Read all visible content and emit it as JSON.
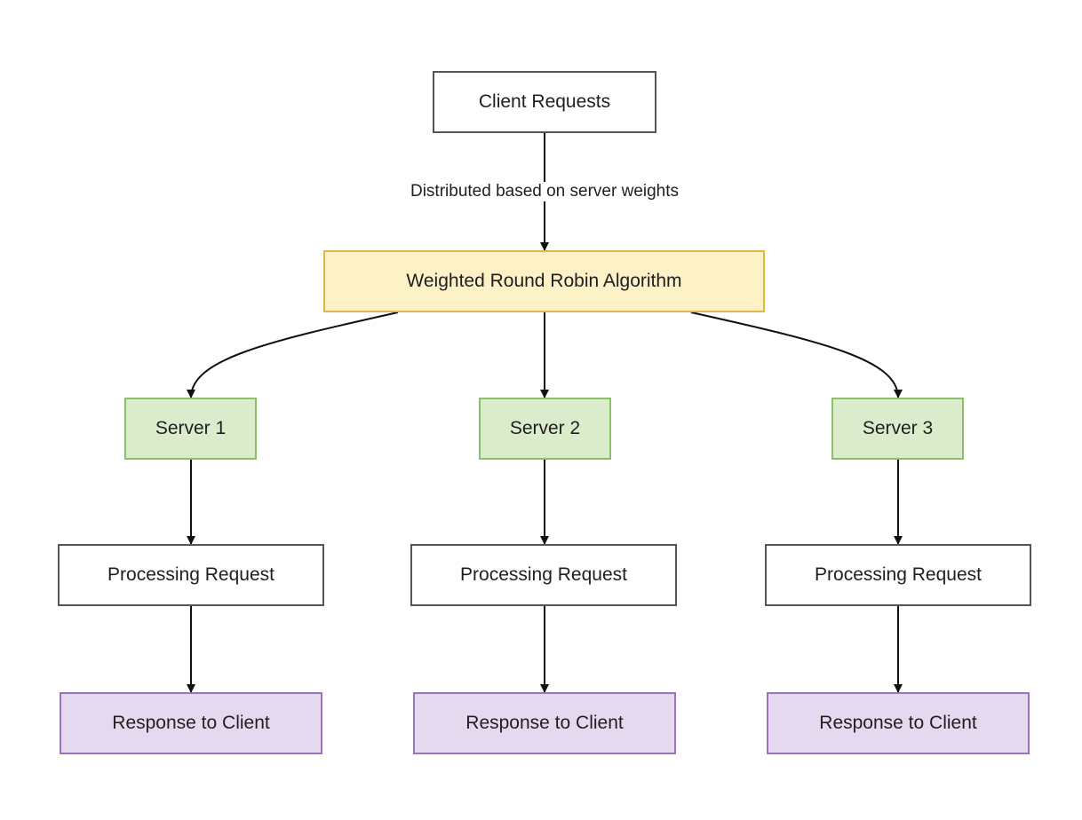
{
  "diagram": {
    "nodes": {
      "client_requests": "Client Requests",
      "algorithm": "Weighted Round Robin Algorithm",
      "servers": [
        "Server 1",
        "Server 2",
        "Server 3"
      ],
      "processing": [
        "Processing Request",
        "Processing Request",
        "Processing Request"
      ],
      "responses": [
        "Response to Client",
        "Response to Client",
        "Response to Client"
      ]
    },
    "edge_labels": {
      "client_to_algorithm": "Distributed based on server weights"
    },
    "colors": {
      "default_fill": "#ffffff",
      "default_stroke": "#555555",
      "algorithm_fill": "#fdf1c6",
      "algorithm_stroke": "#e6b54a",
      "server_fill": "#dbeccd",
      "server_stroke": "#8cbf6a",
      "response_fill": "#e4d9ee",
      "response_stroke": "#9a74b8",
      "edge": "#111111"
    }
  }
}
